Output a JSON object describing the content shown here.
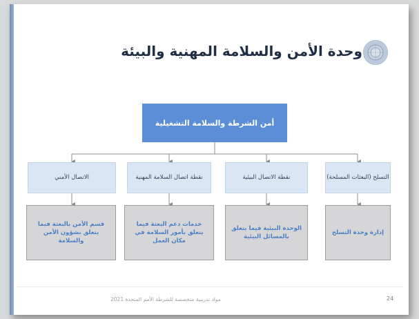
{
  "slide": {
    "title": "وحدة الأمن والسلامة المهنية والبيئة",
    "footer_text": "مواد تدريبية متخصصة للشرطة الأمم المتحدة 2021",
    "page_number": "24",
    "emblem_icon": "un-emblem-icon"
  },
  "diagram": {
    "root": {
      "label": "أمن الشرطة والسلامة التشغيلية"
    },
    "branches": [
      {
        "label": "التسلح (البعثات المسلحة)",
        "child": "إدارة وحدة التسلح"
      },
      {
        "label": "نقطة الاتصال البيئية",
        "child": "الوحدة البيئية فيما يتعلق بالمسائل البيئية"
      },
      {
        "label": "نقطة اتصال السلامة المهنية",
        "child": "خدمات دعم البعثة فيما يتعلق بأمور السلامة في مكان العمل"
      },
      {
        "label": "الاتصال الأمني",
        "child": "قسم الأمن بالبعثة فيما يتعلق بشؤون الأمن والسلامة"
      }
    ]
  },
  "colors": {
    "root_fill": "#5b8ed6",
    "level1_fill": "#dbe6f5",
    "level2_fill": "#d6d6d8",
    "level2_text": "#4a7fc6",
    "connector": "#8c8c8c"
  }
}
